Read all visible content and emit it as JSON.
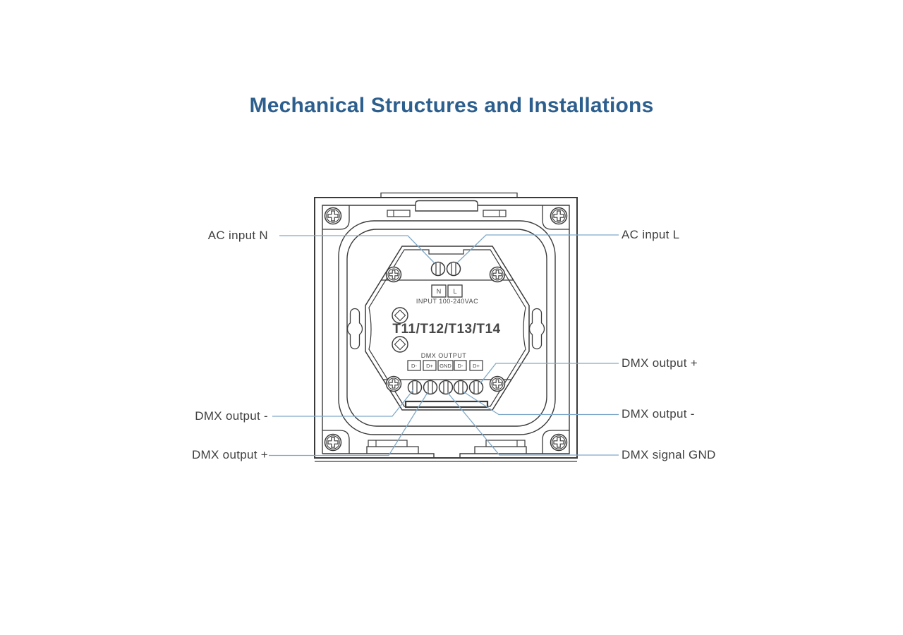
{
  "title": {
    "text": "Mechanical Structures and Installations"
  },
  "diagram": {
    "model_label": "T11/T12/T13/T14",
    "input_caption": "INPUT 100-240VAC",
    "output_caption": "DMX OUTPUT",
    "ac_terminals": [
      "N",
      "L"
    ],
    "dmx_terminals": [
      "D-",
      "D+",
      "GND",
      "D-",
      "D+"
    ]
  },
  "labels": {
    "left": [
      {
        "text": "AC input N"
      },
      {
        "text": "DMX output -"
      },
      {
        "text": "DMX output +"
      }
    ],
    "right": [
      {
        "text": "AC input L"
      },
      {
        "text": "DMX output +"
      },
      {
        "text": "DMX output -"
      },
      {
        "text": "DMX signal GND"
      }
    ]
  },
  "colors": {
    "title_text": "#2d5f8e",
    "line_art": "#3a3a3a",
    "leader_line": "#7fa9c9",
    "label_text": "#3f3f3f",
    "background": "#ffffff"
  }
}
